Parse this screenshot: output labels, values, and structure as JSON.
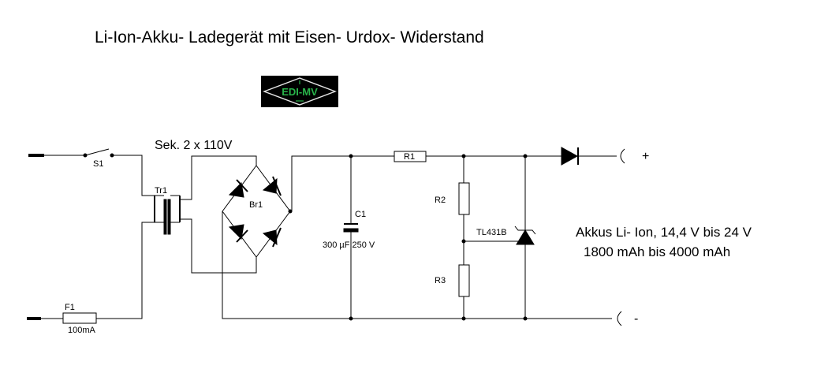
{
  "title": "Li-Ion-Akku- Ladegerät mit Eisen- Urdox- Widerstand",
  "logo": {
    "text": "EDI-MV",
    "colors": {
      "background": "#000000",
      "border": "#e8e8e8",
      "text": "#29b34a"
    }
  },
  "labels": {
    "transformer_secondary": "Sek. 2 x 110V",
    "switch": "S1",
    "transformer": "Tr1",
    "bridge": "Br1",
    "fuse": "F1",
    "fuse_rating": "100mA",
    "capacitor": "C1",
    "capacitor_value": "300 µF 250 V",
    "r1": "R1",
    "r2": "R2",
    "r3": "R3",
    "regulator": "TL431B",
    "plus": "+",
    "minus": "-",
    "battery_line1": "Akkus Li- Ion, 14,4 V bis 24 V",
    "battery_line2": "1800 mAh bis 4000 mAh"
  }
}
